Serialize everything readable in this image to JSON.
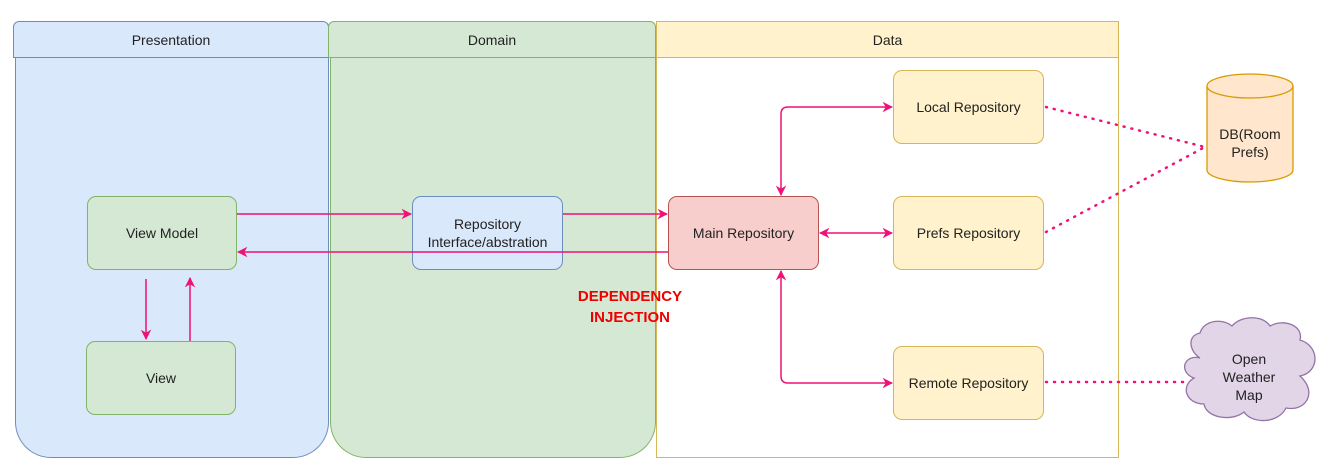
{
  "lanes": {
    "presentation": "Presentation",
    "domain": "Domain",
    "data": "Data"
  },
  "nodes": {
    "view_model": "View Model",
    "view": "View",
    "repo_interface_line1": "Repository",
    "repo_interface_line2": "Interface/abstration",
    "main_repository": "Main Repository",
    "local_repository": "Local Repository",
    "prefs_repository": "Prefs Repository",
    "remote_repository": "Remote Repository",
    "db_line1": "DB(Room",
    "db_line2": "Prefs)",
    "cloud_line1": "Open",
    "cloud_line2": "Weather",
    "cloud_line3": "Map"
  },
  "annotation": {
    "line1": "DEPENDENCY",
    "line2": "INJECTION"
  },
  "colors": {
    "arrow": "#ee1177",
    "presentation_fill": "#dae8fc",
    "domain_fill": "#d5e8d4",
    "data_header_fill": "#fff2cc",
    "main_repo_fill": "#f8cecc",
    "db_fill": "#ffe6cc",
    "cloud_fill": "#e1d5e7",
    "di_text": "#ee0000"
  }
}
